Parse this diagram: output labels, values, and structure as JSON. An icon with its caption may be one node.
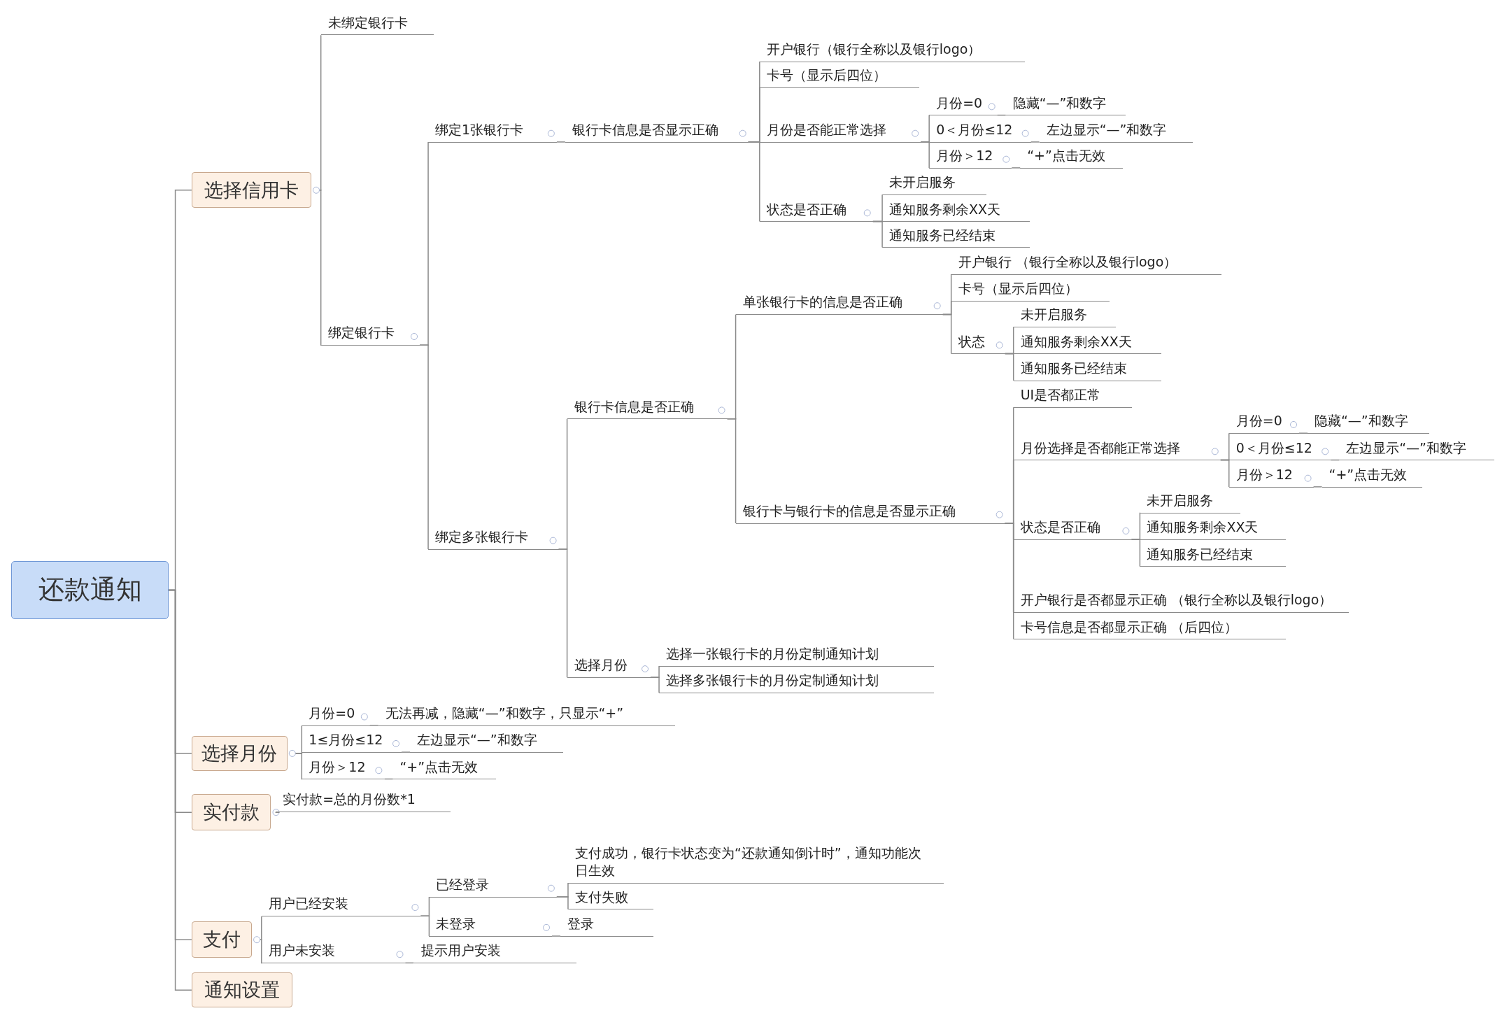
{
  "diagram": {
    "nodes": [
      {
        "text": [
          "还款通知"
        ]
      },
      {
        "text": [
          "选择信用卡"
        ]
      },
      {
        "text": [
          "未绑定银行卡"
        ]
      },
      {
        "text": [
          "绑定银行卡"
        ]
      },
      {
        "text": [
          "绑定1张银行卡"
        ]
      },
      {
        "text": [
          "银行卡信息是否显示正确"
        ]
      },
      {
        "text": [
          "开户银行（银行全称以及银行logo）"
        ]
      },
      {
        "text": [
          "卡号（显示后四位）"
        ]
      },
      {
        "text": [
          "月份是否能正常选择"
        ]
      },
      {
        "text": [
          "月份=0"
        ]
      },
      {
        "text": [
          "隐藏“—”和数字"
        ]
      },
      {
        "text": [
          "0＜月份≤12"
        ]
      },
      {
        "text": [
          "左边显示“—”和数字"
        ]
      },
      {
        "text": [
          "月份＞12"
        ]
      },
      {
        "text": [
          "“+”点击无效"
        ]
      },
      {
        "text": [
          "状态是否正确"
        ]
      },
      {
        "text": [
          "未开启服务"
        ]
      },
      {
        "text": [
          "通知服务剩余XX天"
        ]
      },
      {
        "text": [
          "通知服务已经结束"
        ]
      },
      {
        "text": [
          "绑定多张银行卡"
        ]
      },
      {
        "text": [
          "银行卡信息是否正确"
        ]
      },
      {
        "text": [
          "单张银行卡的信息是否正确"
        ]
      },
      {
        "text": [
          "开户银行 （银行全称以及银行logo）"
        ]
      },
      {
        "text": [
          "卡号（显示后四位）"
        ]
      },
      {
        "text": [
          "状态"
        ]
      },
      {
        "text": [
          "未开启服务"
        ]
      },
      {
        "text": [
          "通知服务剩余XX天"
        ]
      },
      {
        "text": [
          "通知服务已经结束"
        ]
      },
      {
        "text": [
          "银行卡与银行卡的信息是否显示正确"
        ]
      },
      {
        "text": [
          "UI是否都正常"
        ]
      },
      {
        "text": [
          "月份选择是否都能正常选择"
        ]
      },
      {
        "text": [
          "月份=0"
        ]
      },
      {
        "text": [
          "隐藏“—”和数字"
        ]
      },
      {
        "text": [
          "0＜月份≤12"
        ]
      },
      {
        "text": [
          "左边显示“—”和数字"
        ]
      },
      {
        "text": [
          "月份＞12"
        ]
      },
      {
        "text": [
          "“+”点击无效"
        ]
      },
      {
        "text": [
          "状态是否正确"
        ]
      },
      {
        "text": [
          "未开启服务"
        ]
      },
      {
        "text": [
          "通知服务剩余XX天"
        ]
      },
      {
        "text": [
          "通知服务已经结束"
        ]
      },
      {
        "text": [
          "开户银行是否都显示正确 （银行全称以及银行logo）"
        ]
      },
      {
        "text": [
          "卡号信息是否都显示正确 （后四位）"
        ]
      },
      {
        "text": [
          "选择月份"
        ]
      },
      {
        "text": [
          "选择一张银行卡的月份定制通知计划"
        ]
      },
      {
        "text": [
          "选择多张银行卡的月份定制通知计划"
        ]
      },
      {
        "text": [
          "选择月份"
        ]
      },
      {
        "text": [
          "月份=0"
        ]
      },
      {
        "text": [
          "无法再减，隐藏“—”和数字，只显示“+”"
        ]
      },
      {
        "text": [
          "1≤月份≤12"
        ]
      },
      {
        "text": [
          "左边显示“—”和数字"
        ]
      },
      {
        "text": [
          "月份＞12"
        ]
      },
      {
        "text": [
          "“+”点击无效"
        ]
      },
      {
        "text": [
          "实付款"
        ]
      },
      {
        "text": [
          "实付款=总的月份数*1"
        ]
      },
      {
        "text": [
          "支付"
        ]
      },
      {
        "text": [
          "用户已经安装"
        ]
      },
      {
        "text": [
          "已经登录"
        ]
      },
      {
        "text": [
          "支付成功，银行卡状态变为“还款通知倒计时”，通知功能次日生效"
        ]
      },
      {
        "text": [
          "支付失败"
        ]
      },
      {
        "text": [
          "未登录"
        ]
      },
      {
        "text": [
          "登录"
        ]
      },
      {
        "text": [
          "用户未安装"
        ]
      },
      {
        "text": [
          "提示用户安装"
        ]
      },
      {
        "text": [
          "通知设置"
        ]
      }
    ],
    "edges": [
      {
        "from": 0,
        "to": 1,
        "arrow": "none"
      },
      {
        "from": 0,
        "to": 46,
        "arrow": "none"
      },
      {
        "from": 0,
        "to": 53,
        "arrow": "none"
      },
      {
        "from": 0,
        "to": 55,
        "arrow": "none"
      },
      {
        "from": 0,
        "to": 64,
        "arrow": "none"
      },
      {
        "from": 1,
        "to": 2,
        "arrow": "none"
      },
      {
        "from": 1,
        "to": 3,
        "arrow": "none"
      },
      {
        "from": 3,
        "to": 4,
        "arrow": "none"
      },
      {
        "from": 3,
        "to": 19,
        "arrow": "none"
      },
      {
        "from": 4,
        "to": 5,
        "arrow": "none"
      },
      {
        "from": 5,
        "to": 6,
        "arrow": "none"
      },
      {
        "from": 5,
        "to": 7,
        "arrow": "none"
      },
      {
        "from": 5,
        "to": 8,
        "arrow": "none"
      },
      {
        "from": 5,
        "to": 15,
        "arrow": "none"
      },
      {
        "from": 8,
        "to": 9,
        "arrow": "none"
      },
      {
        "from": 8,
        "to": 11,
        "arrow": "none"
      },
      {
        "from": 8,
        "to": 13,
        "arrow": "none"
      },
      {
        "from": 9,
        "to": 10,
        "arrow": "none"
      },
      {
        "from": 11,
        "to": 12,
        "arrow": "none"
      },
      {
        "from": 13,
        "to": 14,
        "arrow": "none"
      },
      {
        "from": 15,
        "to": 16,
        "arrow": "none"
      },
      {
        "from": 15,
        "to": 17,
        "arrow": "none"
      },
      {
        "from": 15,
        "to": 18,
        "arrow": "none"
      },
      {
        "from": 19,
        "to": 20,
        "arrow": "none"
      },
      {
        "from": 19,
        "to": 43,
        "arrow": "none"
      },
      {
        "from": 20,
        "to": 21,
        "arrow": "none"
      },
      {
        "from": 20,
        "to": 28,
        "arrow": "none"
      },
      {
        "from": 21,
        "to": 22,
        "arrow": "none"
      },
      {
        "from": 21,
        "to": 23,
        "arrow": "none"
      },
      {
        "from": 21,
        "to": 24,
        "arrow": "none"
      },
      {
        "from": 24,
        "to": 25,
        "arrow": "none"
      },
      {
        "from": 24,
        "to": 26,
        "arrow": "none"
      },
      {
        "from": 24,
        "to": 27,
        "arrow": "none"
      },
      {
        "from": 28,
        "to": 29,
        "arrow": "none"
      },
      {
        "from": 28,
        "to": 30,
        "arrow": "none"
      },
      {
        "from": 28,
        "to": 37,
        "arrow": "none"
      },
      {
        "from": 28,
        "to": 41,
        "arrow": "none"
      },
      {
        "from": 28,
        "to": 42,
        "arrow": "none"
      },
      {
        "from": 30,
        "to": 31,
        "arrow": "none"
      },
      {
        "from": 30,
        "to": 33,
        "arrow": "none"
      },
      {
        "from": 30,
        "to": 35,
        "arrow": "none"
      },
      {
        "from": 31,
        "to": 32,
        "arrow": "none"
      },
      {
        "from": 33,
        "to": 34,
        "arrow": "none"
      },
      {
        "from": 35,
        "to": 36,
        "arrow": "none"
      },
      {
        "from": 37,
        "to": 38,
        "arrow": "none"
      },
      {
        "from": 37,
        "to": 39,
        "arrow": "none"
      },
      {
        "from": 37,
        "to": 40,
        "arrow": "none"
      },
      {
        "from": 43,
        "to": 44,
        "arrow": "none"
      },
      {
        "from": 43,
        "to": 45,
        "arrow": "none"
      },
      {
        "from": 46,
        "to": 47,
        "arrow": "none"
      },
      {
        "from": 46,
        "to": 49,
        "arrow": "none"
      },
      {
        "from": 46,
        "to": 51,
        "arrow": "none"
      },
      {
        "from": 47,
        "to": 48,
        "arrow": "none"
      },
      {
        "from": 49,
        "to": 50,
        "arrow": "none"
      },
      {
        "from": 51,
        "to": 52,
        "arrow": "none"
      },
      {
        "from": 53,
        "to": 54,
        "arrow": "none"
      },
      {
        "from": 55,
        "to": 56,
        "arrow": "none"
      },
      {
        "from": 55,
        "to": 62,
        "arrow": "none"
      },
      {
        "from": 56,
        "to": 57,
        "arrow": "none"
      },
      {
        "from": 56,
        "to": 60,
        "arrow": "none"
      },
      {
        "from": 57,
        "to": 58,
        "arrow": "none"
      },
      {
        "from": 57,
        "to": 59,
        "arrow": "none"
      },
      {
        "from": 60,
        "to": 61,
        "arrow": "none"
      },
      {
        "from": 62,
        "to": 63,
        "arrow": "none"
      }
    ]
  }
}
